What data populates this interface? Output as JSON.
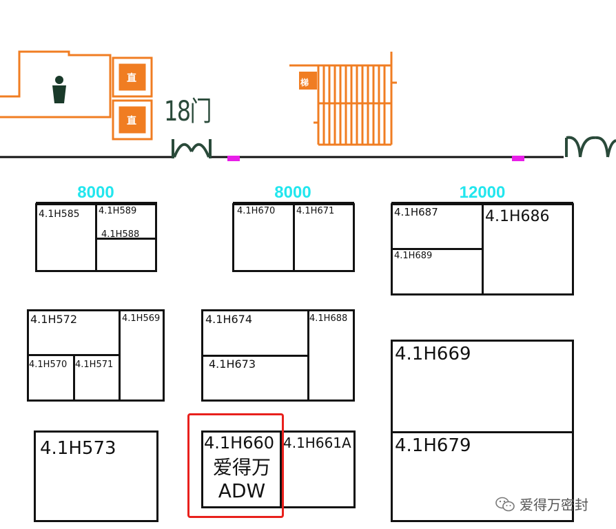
{
  "door_label": "18门",
  "dimensions": [
    "8000",
    "8000",
    "12000"
  ],
  "booths": [
    {
      "id": "4.1H585",
      "label": "4.1H585"
    },
    {
      "id": "4.1H589",
      "label": "4.1H589"
    },
    {
      "id": "4.1H588",
      "label": "4.1H588"
    },
    {
      "id": "4.1H670",
      "label": "4.1H670"
    },
    {
      "id": "4.1H671",
      "label": "4.1H671"
    },
    {
      "id": "4.1H687",
      "label": "4.1H687"
    },
    {
      "id": "4.1H686",
      "label": "4.1H686"
    },
    {
      "id": "4.1H689",
      "label": "4.1H689"
    },
    {
      "id": "4.1H572",
      "label": "4.1H572"
    },
    {
      "id": "4.1H569",
      "label": "4.1H569"
    },
    {
      "id": "4.1H570",
      "label": "4.1H570"
    },
    {
      "id": "4.1H571",
      "label": "4.1H571"
    },
    {
      "id": "4.1H674",
      "label": "4.1H674"
    },
    {
      "id": "4.1H688",
      "label": "4.1H688"
    },
    {
      "id": "4.1H673",
      "label": "4.1H673"
    },
    {
      "id": "4.1H669",
      "label": "4.1H669"
    },
    {
      "id": "4.1H573",
      "label": "4.1H573"
    },
    {
      "id": "4.1H660",
      "label": "4.1H660"
    },
    {
      "id": "4.1H661A",
      "label": "4.1H661A"
    },
    {
      "id": "4.1H679",
      "label": "4.1H679"
    }
  ],
  "highlight": {
    "company_cn": "爱得万",
    "company_en": "ADW"
  },
  "watermark": "爱得万密封",
  "colors": {
    "facility": "#f07d22",
    "wall": "#111111",
    "door": "#2a4a3a",
    "dimension": "#22e6ee",
    "marker": "#e81ee8",
    "highlight": "#e8201c"
  }
}
